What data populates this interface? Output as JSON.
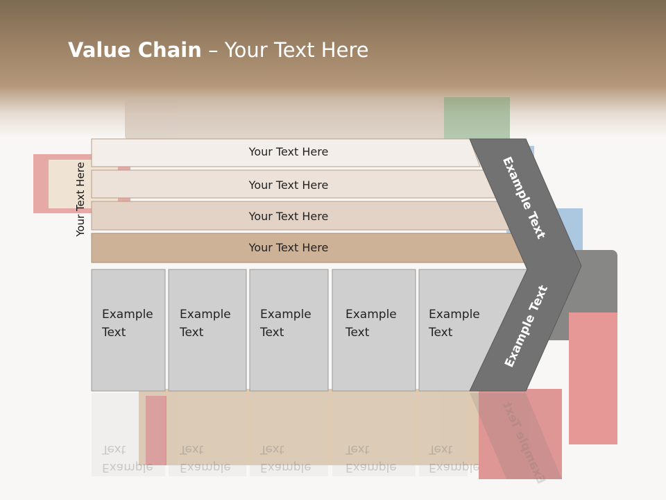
{
  "title": {
    "bold": "Value Chain",
    "rest": " – Your Text Here"
  },
  "side_label": "Your Text Here",
  "bands": [
    "Your Text Here",
    "Your Text Here",
    "Your Text Here",
    "Your Text Here"
  ],
  "cells": [
    {
      "line1": "Example",
      "line2": "Text"
    },
    {
      "line1": "Example",
      "line2": "Text"
    },
    {
      "line1": "Example",
      "line2": "Text"
    },
    {
      "line1": "Example",
      "line2": "Text"
    },
    {
      "line1": "Example",
      "line2": "Text"
    }
  ],
  "arrow_upper": "Example Text",
  "arrow_lower": "Example Text",
  "colors": {
    "band1": "#f4eeea",
    "band2": "#ece2da",
    "band3": "#e2d3c6",
    "band4": "#cdb298",
    "cell": "#cfcfcf",
    "arrow": "#727272"
  }
}
